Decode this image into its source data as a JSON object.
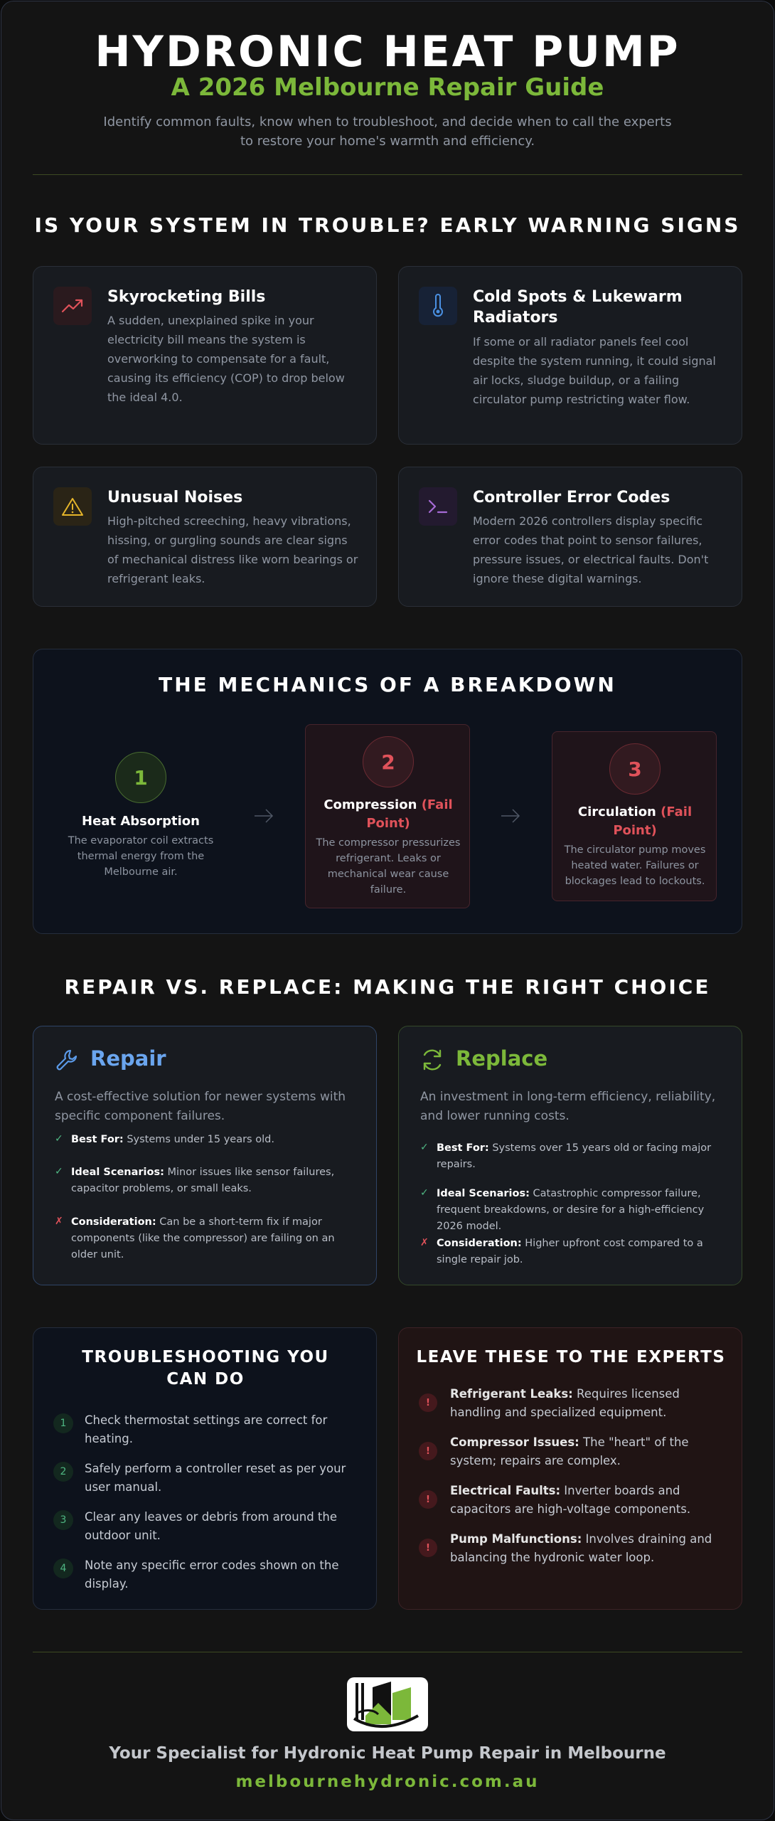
{
  "header": {
    "title": "HYDRONIC HEAT PUMP",
    "subtitle": "A 2026 Melbourne Repair Guide",
    "intro_line1": "Identify common faults, know when to troubleshoot, and decide when to call the experts",
    "intro_line2": "to restore your home's warmth and efficiency."
  },
  "warning_signs": {
    "heading": "IS YOUR SYSTEM IN TROUBLE? EARLY WARNING SIGNS",
    "cards": [
      {
        "icon": "trending-up-icon",
        "title": "Skyrocketing Bills",
        "text": "A sudden, unexplained spike in your electricity bill means the system is overworking to compensate for a fault, causing its efficiency (COP) to drop below the ideal 4.0."
      },
      {
        "icon": "thermometer-icon",
        "title": "Cold Spots & Lukewarm Radiators",
        "text": "If some or all radiator panels feel cool despite the system running, it could signal air locks, sludge buildup, or a failing circulator pump restricting water flow."
      },
      {
        "icon": "warning-triangle-icon",
        "title": "Unusual Noises",
        "text": "High-pitched screeching, heavy vibrations, hissing, or gurgling sounds are clear signs of mechanical distress like worn bearings or refrigerant leaks."
      },
      {
        "icon": "terminal-icon",
        "title": "Controller Error Codes",
        "text": "Modern 2026 controllers display specific error codes that point to sensor failures, pressure issues, or electrical faults. Don't ignore these digital warnings."
      }
    ],
    "colors": {
      "bills": "#e0525a",
      "cold": "#4a90e2",
      "noise": "#e5b52a",
      "codes": "#a66bd6"
    }
  },
  "mechanics": {
    "heading": "THE MECHANICS OF A BREAKDOWN",
    "steps": [
      {
        "number": "1",
        "title": "Heat Absorption",
        "fail_tag": "",
        "text": "The evaporator coil extracts thermal energy from the Melbourne air."
      },
      {
        "number": "2",
        "title": "Compression",
        "fail_tag": "(Fail Point)",
        "text": "The compressor pressurizes refrigerant. Leaks or mechanical wear cause failure."
      },
      {
        "number": "3",
        "title": "Circulation",
        "fail_tag": "(Fail Point)",
        "text": "The circulator pump moves heated water. Failures or blockages lead to lockouts."
      }
    ]
  },
  "repair_replace": {
    "heading": "REPAIR VS. REPLACE: MAKING THE RIGHT CHOICE",
    "repair": {
      "title": "Repair",
      "desc": "A cost-effective solution for newer systems with specific component failures.",
      "items": [
        {
          "mark": "✓",
          "label": "Best For:",
          "text": "Systems under 15 years old."
        },
        {
          "mark": "✓",
          "label": "Ideal Scenarios:",
          "text": "Minor issues like sensor failures, capacitor problems, or small leaks."
        },
        {
          "mark": "✗",
          "label": "Consideration:",
          "text": "Can be a short-term fix if major components (like the compressor) are failing on an older unit."
        }
      ]
    },
    "replace": {
      "title": "Replace",
      "desc": "An investment in long-term efficiency, reliability, and lower running costs.",
      "items": [
        {
          "mark": "✓",
          "label": "Best For:",
          "text": "Systems over 15 years old or facing major repairs."
        },
        {
          "mark": "✓",
          "label": "Ideal Scenarios:",
          "text": "Catastrophic compressor failure, frequent breakdowns, or desire for a high-efficiency 2026 model."
        },
        {
          "mark": "✗",
          "label": "Consideration:",
          "text": "Higher upfront cost compared to a single repair job."
        }
      ]
    }
  },
  "troubleshooting": {
    "heading": "TROUBLESHOOTING YOU CAN DO",
    "items": [
      {
        "number": "1",
        "text": "Check thermostat settings are correct for heating."
      },
      {
        "number": "2",
        "text": "Safely perform a controller reset as per your user manual."
      },
      {
        "number": "3",
        "text": "Clear any leaves or debris from around the outdoor unit."
      },
      {
        "number": "4",
        "text": "Note any specific error codes shown on the display."
      }
    ]
  },
  "experts": {
    "heading": "LEAVE THESE TO THE EXPERTS",
    "items": [
      {
        "mark": "!",
        "label": "Refrigerant Leaks:",
        "text": "Requires licensed handling and specialized equipment."
      },
      {
        "mark": "!",
        "label": "Compressor Issues:",
        "text": "The \"heart\" of the system; repairs are complex."
      },
      {
        "mark": "!",
        "label": "Electrical Faults:",
        "text": "Inverter boards and capacitors are high-voltage components."
      },
      {
        "mark": "!",
        "label": "Pump Malfunctions:",
        "text": "Involves draining and balancing the hydronic water loop."
      }
    ]
  },
  "footer": {
    "logo_icon": "house-logo-icon",
    "tagline": "Your Specialist for Hydronic Heat Pump Repair in Melbourne",
    "website": "melbournehydronic.com.au"
  }
}
